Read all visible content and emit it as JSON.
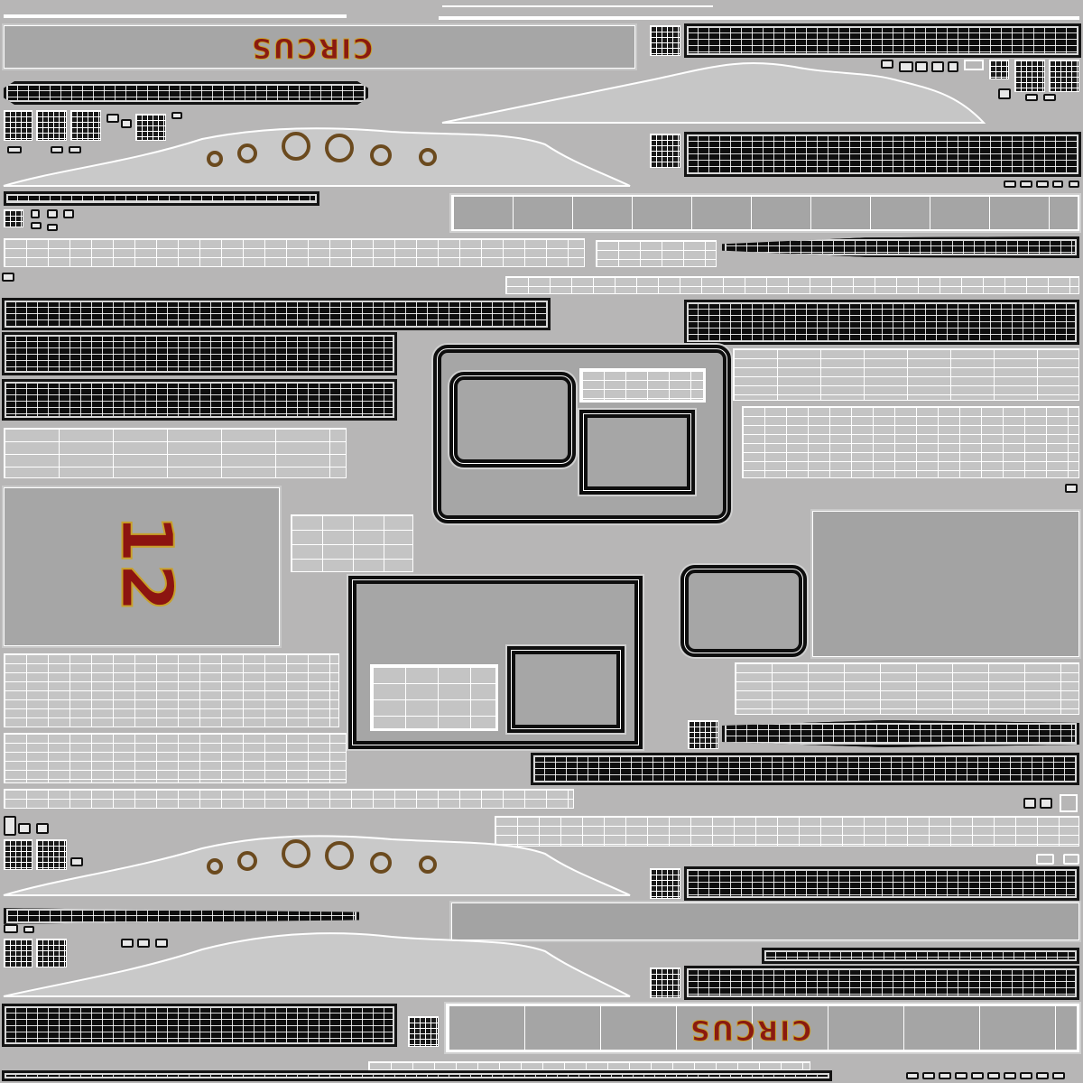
{
  "labels": {
    "circus_top": "CIRCUS",
    "circus_bottom": "CIRCUS",
    "number_panel": "12"
  },
  "colors": {
    "background": "#b7b6b6",
    "wire_dark": "#0e0e0e",
    "wire_light": "#ffffff",
    "lettering_fill": "#8a1a10",
    "lettering_outline": "#c8a12a"
  }
}
